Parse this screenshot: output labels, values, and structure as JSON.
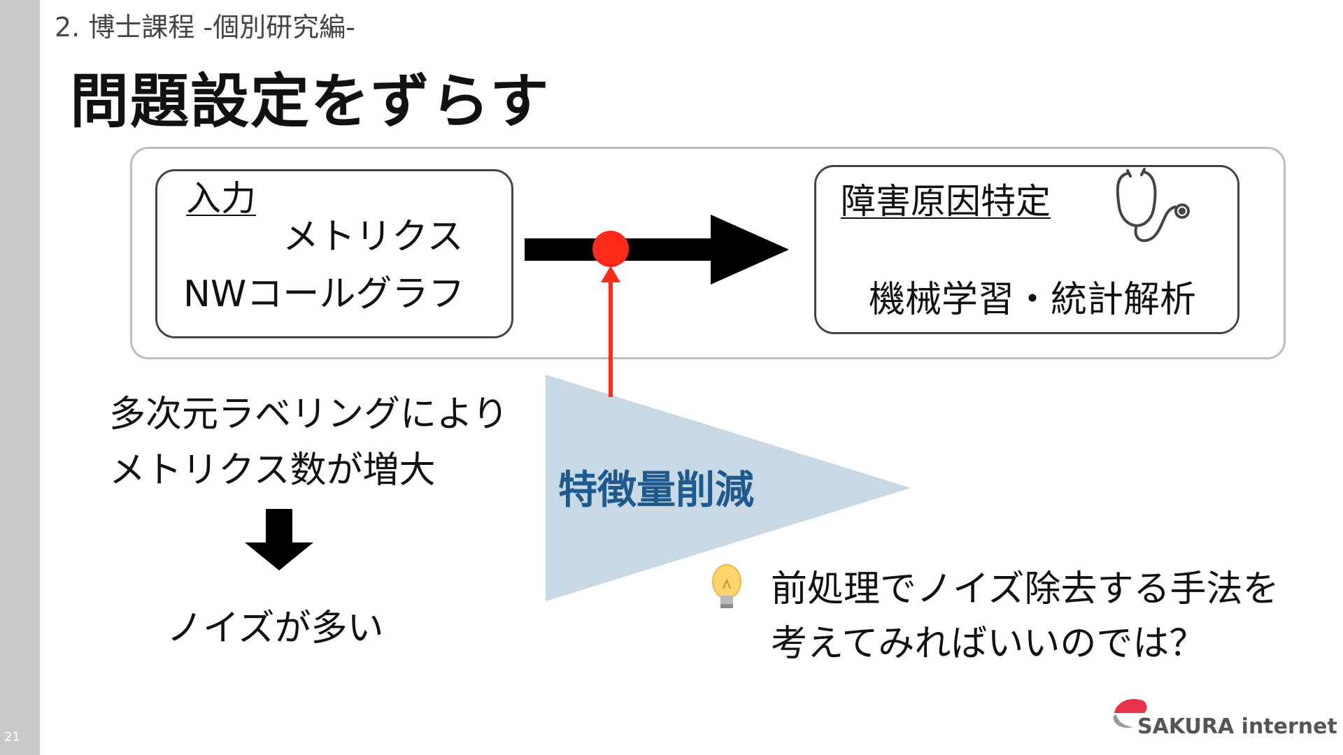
{
  "slide": {
    "page_number": "21",
    "section": "2. 博士課程 -個別研究編-",
    "title": "問題設定をずらす"
  },
  "input_box": {
    "heading": "入力",
    "line1": "メトリクス",
    "line2": "NWコールグラフ"
  },
  "output_box": {
    "heading": "障害原因特定",
    "body": "機械学習・統計解析",
    "icon": "stethoscope-icon"
  },
  "left_note": {
    "line1": "多次元ラベリングにより",
    "line2": "メトリクス数が増大",
    "result": "ノイズが多い"
  },
  "feature": {
    "label": "特徴量削減"
  },
  "idea": {
    "icon": "lightbulb-icon",
    "line1": "前処理でノイズ除去する手法を",
    "line2": "考えてみればいいのでは？"
  },
  "logo": {
    "text": "SAKURA internet"
  },
  "colors": {
    "accent_red": "#ff2a1a",
    "feature_blue": "#1e5a8e",
    "funnel_fill": "#c8d8e4",
    "sidebar_gray": "#c9c9c9"
  }
}
